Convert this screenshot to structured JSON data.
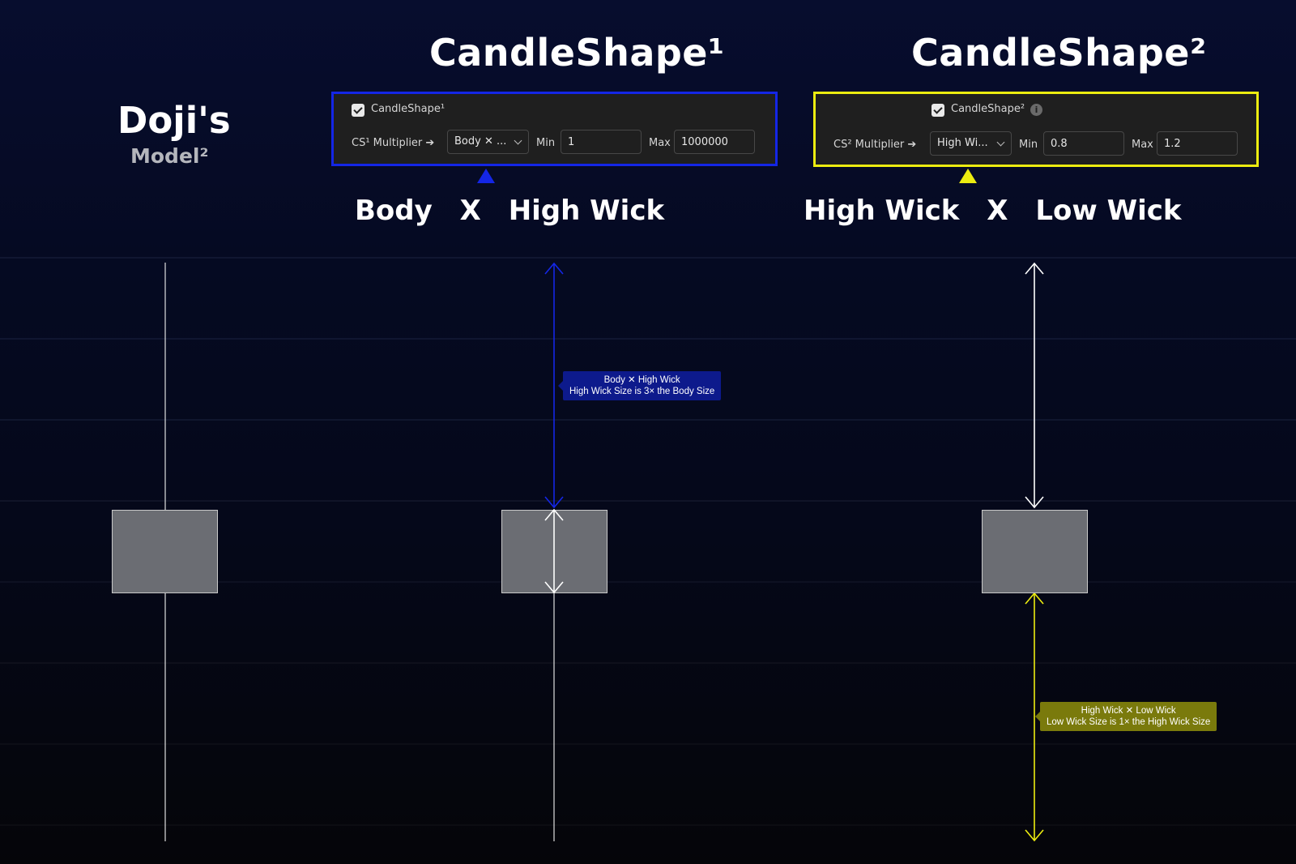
{
  "left_title": {
    "line1": "Doji's",
    "line2": "Model²"
  },
  "col1": {
    "title": "CandleShape¹",
    "caption_a": "Body",
    "caption_x": "X",
    "caption_b": "High Wick",
    "panel": {
      "checkbox_label": "CandleShape¹",
      "multiplier_label": "CS¹ Multiplier ➔",
      "select_value": "Body ✕ ...",
      "min_label": "Min",
      "min_value": "1",
      "max_label": "Max",
      "max_value": "1000000",
      "border_color": "#1426e6"
    },
    "tooltip": {
      "line1": "Body ✕ High Wick",
      "line2": "High Wick Size is 3× the Body Size",
      "color": "#0d1a8c"
    }
  },
  "col2": {
    "title": "CandleShape²",
    "caption_a": "High Wick",
    "caption_x": "X",
    "caption_b": "Low Wick",
    "panel": {
      "checkbox_label": "CandleShape²",
      "info_icon": "info-icon",
      "multiplier_label": "CS² Multiplier ➔",
      "select_value": "High Wi...",
      "min_label": "Min",
      "min_value": "0.8",
      "max_label": "Max",
      "max_value": "1.2",
      "border_color": "#ecec10"
    },
    "tooltip": {
      "line1": "High Wick ✕ Low Wick",
      "line2": "Low Wick Size is 1× the High Wick Size",
      "color": "#7a7a0c"
    }
  },
  "colors": {
    "background": "#050a22",
    "candle_body": "#6b6d73",
    "arrow_blue": "#1426e6",
    "arrow_yellow": "#ecec10",
    "arrow_white": "#ffffff"
  }
}
